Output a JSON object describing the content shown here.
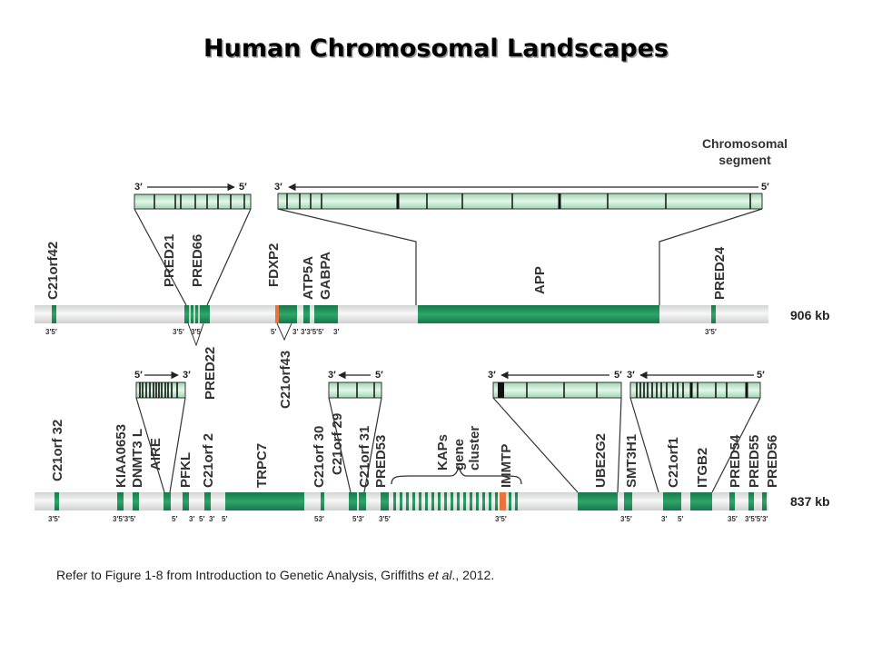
{
  "title": "Human Chromosomal Landscapes",
  "caption": {
    "before": "Refer to Figure 1-8 from Introduction to Genetic Analysis, Griffiths ",
    "italic": "et al",
    "after": "., 2012."
  },
  "colors": {
    "gene": "#1f8c58",
    "gene_light": "#9fd6b0",
    "segment_fill": "#cdeed7",
    "chromosome": "#e4e6e5",
    "highlight": "#e8743b",
    "line": "#333333"
  },
  "segment_label": [
    "Chromosomal",
    "segment"
  ],
  "chromosome1": {
    "size_label": "906 kb",
    "gene_labels": [
      "C21orf42",
      "PRED21",
      "PRED66",
      "FDXP2",
      "ATP5A",
      "GABPA",
      "APP",
      "PRED24"
    ],
    "lower_labels": [
      "PRED22",
      "C21orf43"
    ],
    "end_labels": [
      "3′5′",
      "3′5′",
      "3′5′",
      "5′",
      "3′",
      "3′3′5′5′",
      "3′",
      "3′5′"
    ],
    "inset_left": {
      "left_end": "3′",
      "right_end": "5′"
    },
    "inset_right": {
      "left_end": "3′",
      "right_end": "5′"
    }
  },
  "chromosome2": {
    "size_label": "837 kb",
    "gene_labels": [
      "C21orf 32",
      "KIAA0653",
      "DNMT3 L",
      "AIRE",
      "PFKL",
      "C21orf 2",
      "TRPC7",
      "C21orf 30",
      "C21orf 29",
      "C21orf 31",
      "PRED53",
      "KAPs",
      "gene",
      "cluster",
      "IMMTP",
      "UBE2G2",
      "SMT3H1",
      "C21orf1",
      "ITGB2",
      "PRED54",
      "PRED55",
      "PRED56"
    ],
    "end_labels": [
      "3′5′",
      "3′5′3′5′",
      "5′",
      "3′",
      "5′",
      "3′",
      "5′",
      "53′",
      "5′3′",
      "3′5′",
      "3′5′",
      "3′5′",
      "3′",
      "5′",
      "35′",
      "3′5′5′3′"
    ],
    "inset_a": {
      "left_end": "5′",
      "right_end": "3′"
    },
    "inset_b": {
      "left_end": "3′",
      "right_end": "5′"
    },
    "inset_c": {
      "left_end": "3′",
      "right_end": "5′"
    },
    "inset_d": {
      "left_end": "3′",
      "right_end": "5′"
    }
  }
}
